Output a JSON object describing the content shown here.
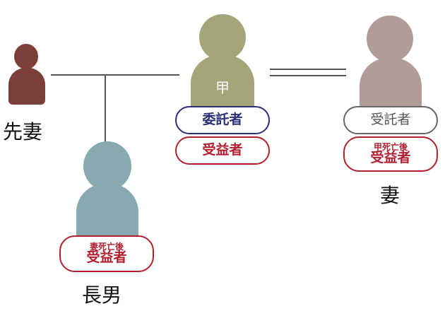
{
  "people": {
    "former_wife": {
      "name": "先妻"
    },
    "principal": {
      "torso_label": "甲",
      "roles": [
        "委託者",
        "受益者"
      ]
    },
    "wife": {
      "name": "妻",
      "role_top": "受託者",
      "role_condition": "甲死亡後",
      "role_main": "受益者"
    },
    "eldest_son": {
      "name": "長男",
      "role_condition": "妻死亡後",
      "role_main": "受益者"
    }
  },
  "colors": {
    "former_wife": "#7b3e3b",
    "principal": "#a2a679",
    "wife": "#b29c97",
    "eldest_son": "#86aab0",
    "beneficiary_border": "#b22030",
    "settlor_border": "#2b2f78",
    "trustee_border": "#666666"
  }
}
